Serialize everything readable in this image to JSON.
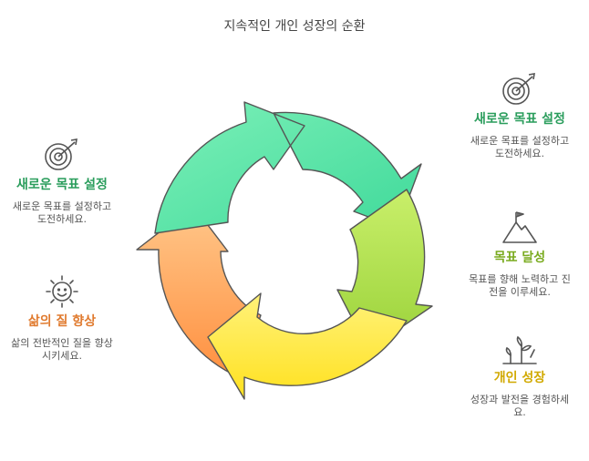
{
  "title": "지속적인 개인 성장의 순환",
  "icons": {
    "target": "target-arrow-icon",
    "smile": "smiley-sun-icon",
    "mountain": "mountain-flag-icon",
    "plant": "growing-plant-icon"
  },
  "colors": {
    "green": "#3ddc97",
    "lime": "#a8d63a",
    "yellow": "#ffe02e",
    "orange": "#ff9a4a"
  },
  "blocks": {
    "left_goal": {
      "title": "새로운 목표 설정",
      "desc": "새로운 목표를 설정하고 도전하세요."
    },
    "left_life": {
      "title": "삶의 질 향상",
      "desc": "삶의 전반적인 질을 향상시키세요."
    },
    "right_goal": {
      "title": "새로운 목표 설정",
      "desc": "새로운 목표를 설정하고 도전하세요."
    },
    "right_achieve": {
      "title": "목표 달성",
      "desc": "목표를 향해 노력하고 진전을 이루세요."
    },
    "right_growth": {
      "title": "개인 성장",
      "desc": "성장과 발전을 경험하세요."
    }
  }
}
